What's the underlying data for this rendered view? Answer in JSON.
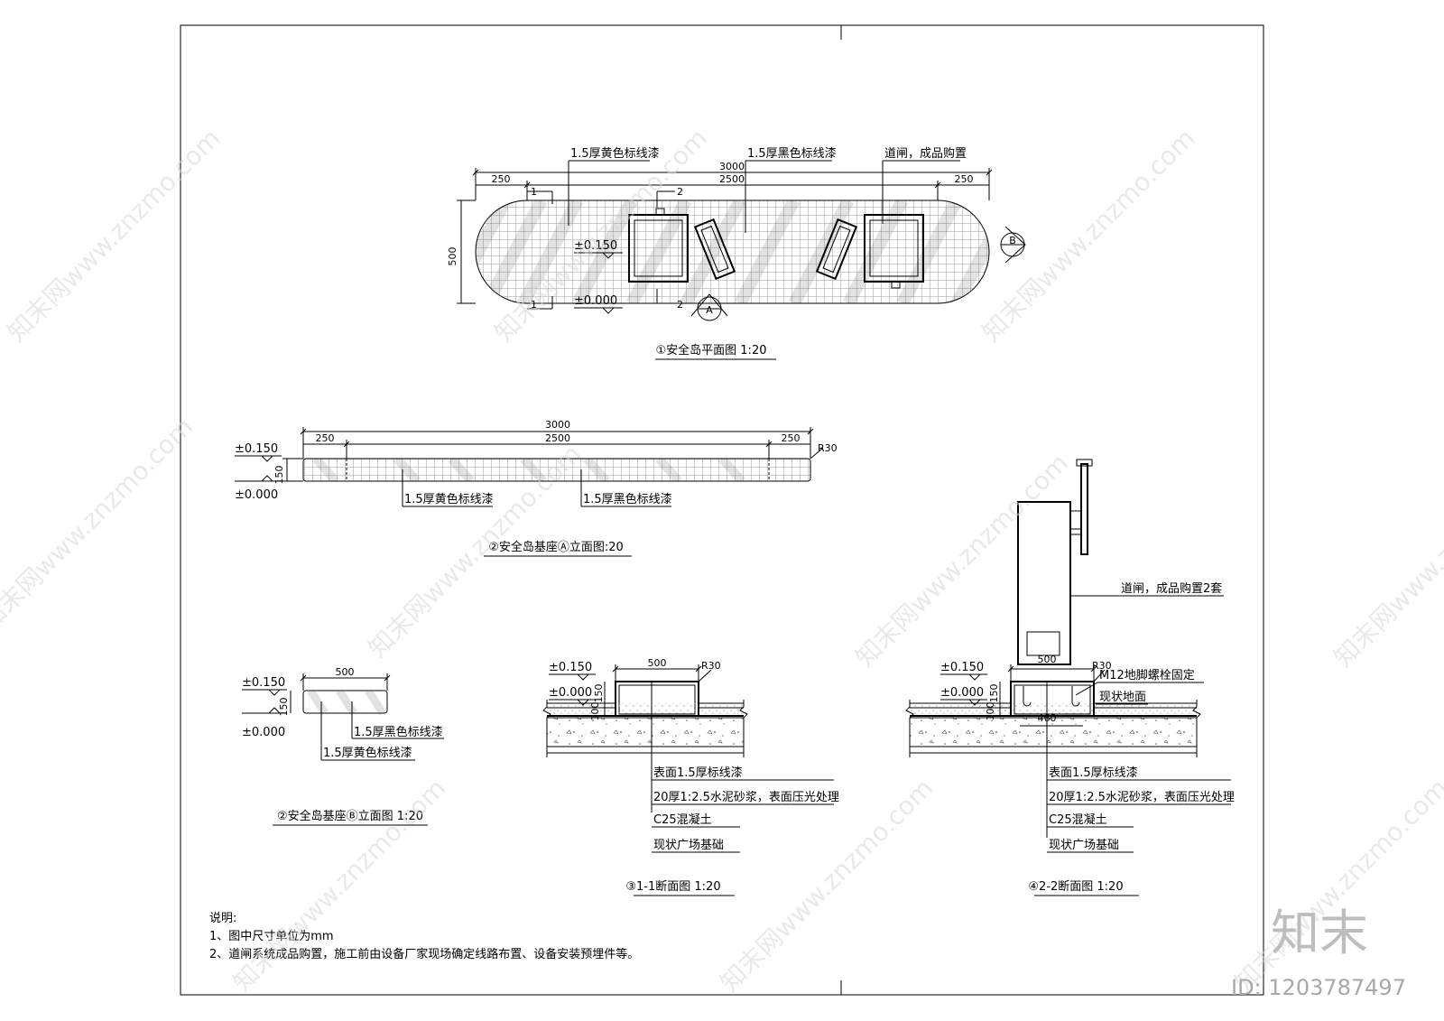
{
  "plan": {
    "dims": {
      "total": "3000",
      "left": "250",
      "mid": "2500",
      "right": "250",
      "height": "500"
    },
    "labels": {
      "yellow_paint": "1.5厚黄色标线漆",
      "black_paint": "1.5厚黑色标线漆",
      "gate": "道闸，成品购置",
      "elev_high": "±0.150",
      "elev_low": "±0.000",
      "sec1": "1",
      "sec2": "2",
      "marker_a": "A",
      "marker_b": "B"
    },
    "title": "①安全岛平面图 1:20"
  },
  "elevA": {
    "dims": {
      "total": "3000",
      "left": "250",
      "mid": "2500",
      "right": "250",
      "height": "150",
      "radius": "R30"
    },
    "elev_high": "±0.150",
    "elev_low": "±0.000",
    "yellow_paint": "1.5厚黄色标线漆",
    "black_paint": "1.5厚黑色标线漆",
    "title": "②安全岛基座Ⓐ立面图:20"
  },
  "elevB": {
    "dims": {
      "width": "500",
      "height": "150"
    },
    "elev_high": "±0.150",
    "elev_low": "±0.000",
    "black_paint": "1.5厚黑色标线漆",
    "yellow_paint": "1.5厚黄色标线漆",
    "title": "②安全岛基座Ⓑ立面图 1:20"
  },
  "sec11": {
    "dims": {
      "width": "500",
      "radius": "R30",
      "h150": "150",
      "h100": "100"
    },
    "elev_high": "±0.150",
    "elev_low": "±0.000",
    "layers": [
      "表面1.5厚标线漆",
      "20厚1:2.5水泥砂浆，表面压光处理",
      "C25混凝土",
      "现状广场基础"
    ],
    "title": "③1-1断面图 1:20"
  },
  "sec22": {
    "dims": {
      "width": "500",
      "radius": "R30",
      "h150": "150",
      "h100": "100",
      "bolt_span": "460"
    },
    "elev_high": "±0.150",
    "elev_low": "±0.000",
    "gate": "道闸，成品购置2套",
    "bolt": "M12地脚螺栓固定",
    "ground": "现状地面",
    "layers": [
      "表面1.5厚标线漆",
      "20厚1:2.5水泥砂浆，表面压光处理",
      "C25混凝土",
      "现状广场基础"
    ],
    "title": "④2-2断面图 1:20"
  },
  "notes": {
    "heading": "说明:",
    "items": [
      "1、图中尺寸单位为mm",
      "2、道闸系统成品购置，施工前由设备厂家现场确定线路布置、设备安装预埋件等。"
    ]
  },
  "watermark": {
    "site": "知末网www.znzmo.com",
    "logo": "知末",
    "id": "ID: 1203787497"
  }
}
